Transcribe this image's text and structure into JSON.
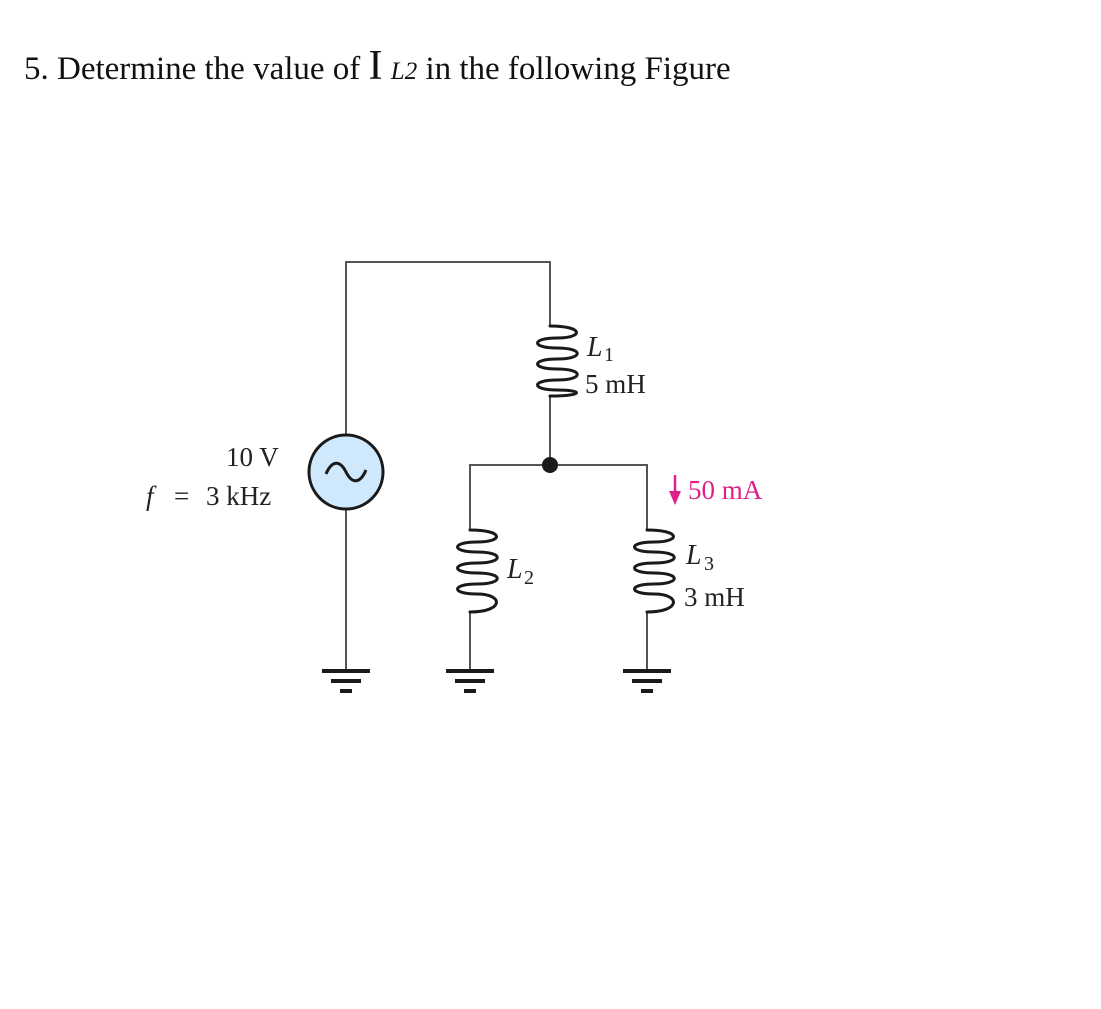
{
  "question": {
    "text_before": "5. Determine the value of ",
    "symbol": "I",
    "subscript": "L2",
    "text_after": " in the following Figure"
  },
  "source": {
    "voltage": "10 V",
    "freq_f": "f",
    "freq_eq": "=",
    "freq_value": "3 kHz",
    "fill_color": "#cfe8fb"
  },
  "inductors": {
    "l1": {
      "letter": "L",
      "sub": "1",
      "value": "5 mH"
    },
    "l2": {
      "letter": "L",
      "sub": "2"
    },
    "l3": {
      "letter": "L",
      "sub": "3",
      "value": "3 mH"
    }
  },
  "current": {
    "value": "50 mA",
    "color": "#e0208a"
  }
}
